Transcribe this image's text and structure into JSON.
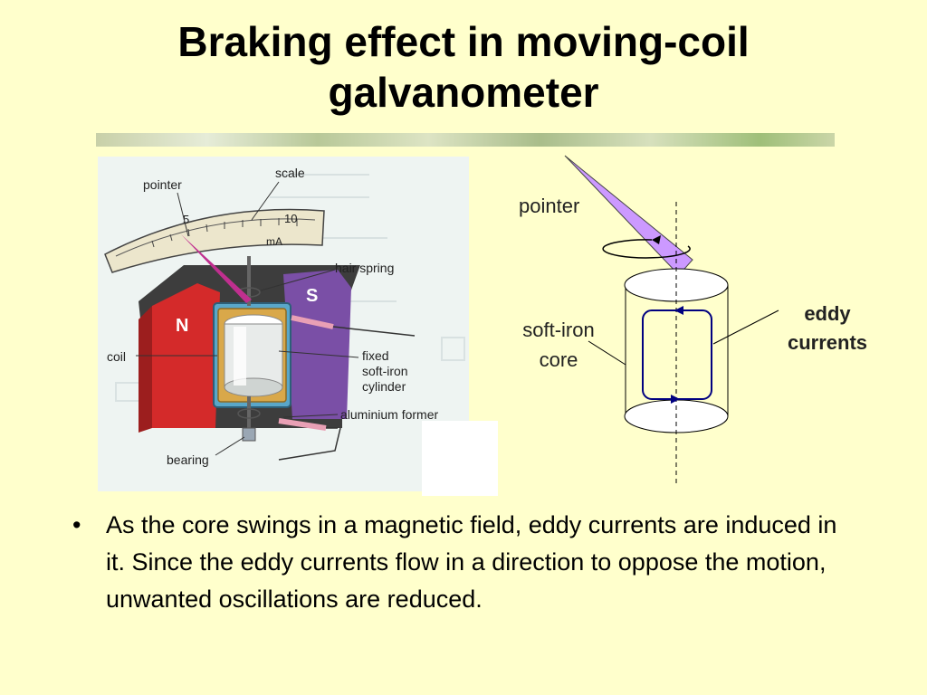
{
  "slide": {
    "title_line1": "Braking effect in moving-coil",
    "title_line2": "galvanometer"
  },
  "left_diagram": {
    "labels": {
      "pointer": "pointer",
      "scale": "scale",
      "hair_spring": "hair spring",
      "coil": "coil",
      "fixed": "fixed",
      "soft_iron": "soft-iron",
      "cylinder": "cylinder",
      "aluminium_former": "aluminium former",
      "bearing": "bearing",
      "scale_5": "5",
      "scale_10": "10",
      "scale_unit": "mA",
      "magnet_n": "N",
      "magnet_s": "S"
    }
  },
  "right_diagram": {
    "labels": {
      "pointer": "pointer",
      "core_line1": "soft-iron",
      "core_line2": "core",
      "eddy_line1": "eddy",
      "eddy_line2": "currents"
    }
  },
  "bullets": [
    {
      "marker": "•",
      "text": "As the core swings in a magnetic field, eddy currents are induced in it. Since the eddy currents flow in a direction to oppose the motion, unwanted oscillations are reduced."
    }
  ],
  "colors": {
    "background": "#ffffcc",
    "magnet_north": "#d42a2a",
    "magnet_south": "#7a4fa6",
    "pointer_fill": "#cc99ff",
    "eddy_loop": "#000080"
  }
}
